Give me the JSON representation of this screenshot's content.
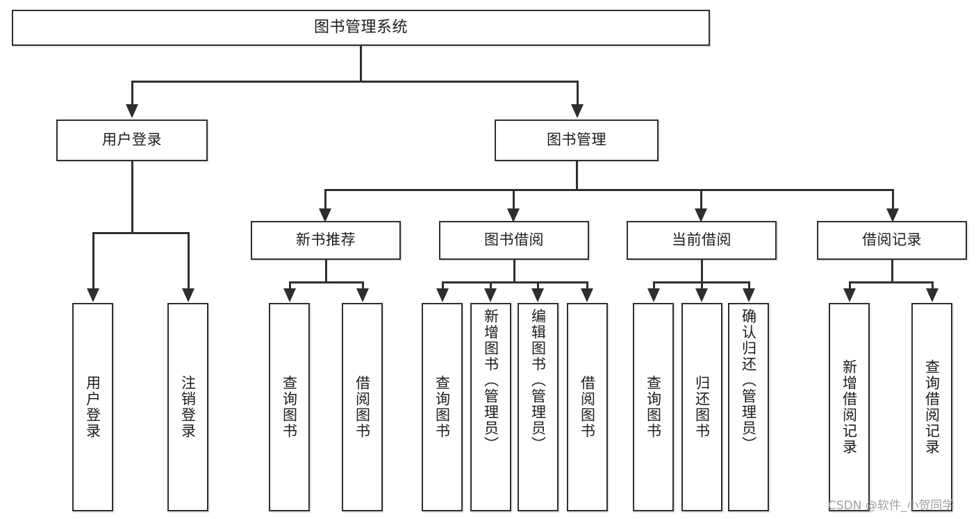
{
  "diagram": {
    "title": "图书管理系统",
    "type": "hierarchy-tree",
    "watermark": "CSDN @软件_小贺同学",
    "colors": {
      "stroke": "#2e2e2e",
      "text": "#1c1c1c",
      "background": "#ffffff",
      "watermark": "#9a9a9a"
    },
    "root": {
      "label": "图书管理系统"
    },
    "level2": [
      {
        "key": "user_login",
        "label": "用户登录"
      },
      {
        "key": "book_manage",
        "label": "图书管理"
      }
    ],
    "level3": [
      {
        "key": "new_book_rec",
        "label": "新书推荐"
      },
      {
        "key": "book_borrow",
        "label": "图书借阅"
      },
      {
        "key": "current_borrow",
        "label": "当前借阅"
      },
      {
        "key": "borrow_record",
        "label": "借阅记录"
      }
    ],
    "leaves": {
      "user_login": [
        {
          "key": "login",
          "label": "用户登录",
          "align": "center"
        },
        {
          "key": "logout",
          "label": "注销登录",
          "align": "center"
        }
      ],
      "new_book_rec": [
        {
          "key": "query_book_1",
          "label": "查询图书",
          "align": "center"
        },
        {
          "key": "borrow_book_1",
          "label": "借阅图书",
          "align": "center"
        }
      ],
      "book_borrow": [
        {
          "key": "query_book_2",
          "label": "查询图书",
          "align": "center"
        },
        {
          "key": "add_book",
          "label": "新增图书（管理员）",
          "align": "top"
        },
        {
          "key": "edit_book",
          "label": "编辑图书（管理员）",
          "align": "top"
        },
        {
          "key": "borrow_book_2",
          "label": "借阅图书",
          "align": "center"
        }
      ],
      "current_borrow": [
        {
          "key": "query_book_3",
          "label": "查询图书",
          "align": "center"
        },
        {
          "key": "return_book",
          "label": "归还图书",
          "align": "center"
        },
        {
          "key": "confirm_return",
          "label": "确认归还（管理员）",
          "align": "top"
        }
      ],
      "borrow_record": [
        {
          "key": "add_record",
          "label": "新增借阅记录",
          "align": "center"
        },
        {
          "key": "query_record",
          "label": "查询借阅记录",
          "align": "center"
        }
      ]
    }
  }
}
